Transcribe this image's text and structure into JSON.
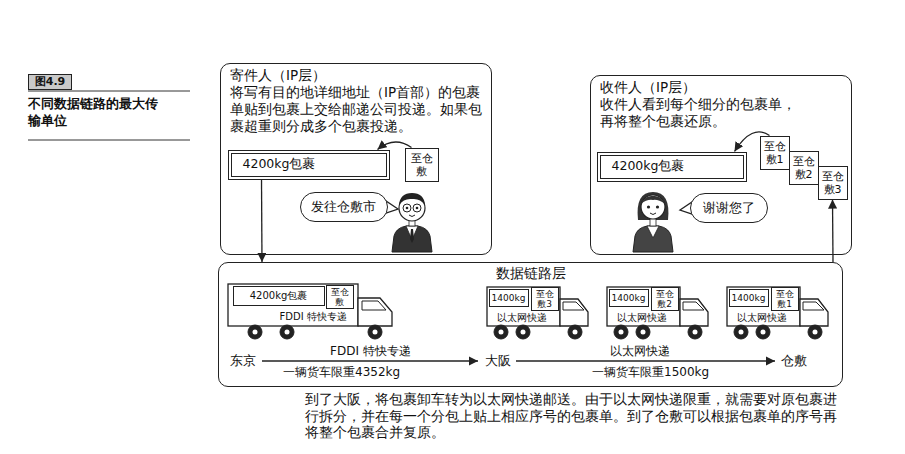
{
  "diagram": {
    "caption": "不同数据链路的最大传输单位",
    "nodes": [
      {
        "text": [
          "图4.9"
        ]
      },
      {
        "text": [
          "寄件人（IP层）",
          "将写有目的地详细地址（IP首部）的包裹单贴到包裹上交给邮递公司投递。如果包裹超重则分成多个包裹投递。"
        ]
      },
      {
        "text": [
          "4200kg包裹"
        ],
        "in": 1
      },
      {
        "text": [
          "至仓敷"
        ],
        "in": 1
      },
      {
        "text": [
          "发往仓敷市"
        ],
        "in": 1
      },
      {
        "text": [
          "收件人（IP层）",
          "收件人看到每个细分的包裹单，再将整个包裹还原。"
        ]
      },
      {
        "text": [
          "4200kg包裹"
        ],
        "in": 5
      },
      {
        "text": [
          "至仓敷1"
        ],
        "in": 5
      },
      {
        "text": [
          "至仓敷2"
        ],
        "in": 5
      },
      {
        "text": [
          "至仓敷3"
        ],
        "in": 5
      },
      {
        "text": [
          "谢谢您了"
        ],
        "in": 5
      },
      {
        "text": [
          "数据链路层"
        ]
      },
      {
        "text": [
          "FDDI 特快专递"
        ],
        "in": 11
      },
      {
        "text": [
          "4200kg包裹"
        ],
        "in": 12
      },
      {
        "text": [
          "至仓敷"
        ],
        "in": 12
      },
      {
        "text": [
          "以太网快递"
        ],
        "in": 11
      },
      {
        "text": [
          "1400kg"
        ],
        "in": 15
      },
      {
        "text": [
          "至仓敷3"
        ],
        "in": 15
      },
      {
        "text": [
          "以太网快递"
        ],
        "in": 11
      },
      {
        "text": [
          "1400kg"
        ],
        "in": 18
      },
      {
        "text": [
          "至仓敷2"
        ],
        "in": 18
      },
      {
        "text": [
          "以太网快递"
        ],
        "in": 11
      },
      {
        "text": [
          "1400kg"
        ],
        "in": 21
      },
      {
        "text": [
          "至仓敷1"
        ],
        "in": 21
      }
    ],
    "edges": [
      {
        "from": 2,
        "to": 11,
        "arrow": "to"
      },
      {
        "from": 3,
        "to": 2,
        "arrow": "to"
      },
      {
        "from": 11,
        "to": 9,
        "arrow": "to"
      },
      {
        "from": 7,
        "to": 6,
        "arrow": "to"
      }
    ],
    "labels": [
      "东京",
      "FDDI 特快专递",
      "一辆货车限重4352kg",
      "大阪",
      "以太网快递",
      "一辆货车限重1500kg",
      "仓敷",
      "到了大阪，将包裹卸车转为以太网快递邮送。由于以太网快递限重，就需要对原包裹进行拆分，并在每一个分包上贴上相应序号的包裹单。到了仓敷可以根据包裹单的序号再将整个包裹合并复原。"
    ]
  }
}
